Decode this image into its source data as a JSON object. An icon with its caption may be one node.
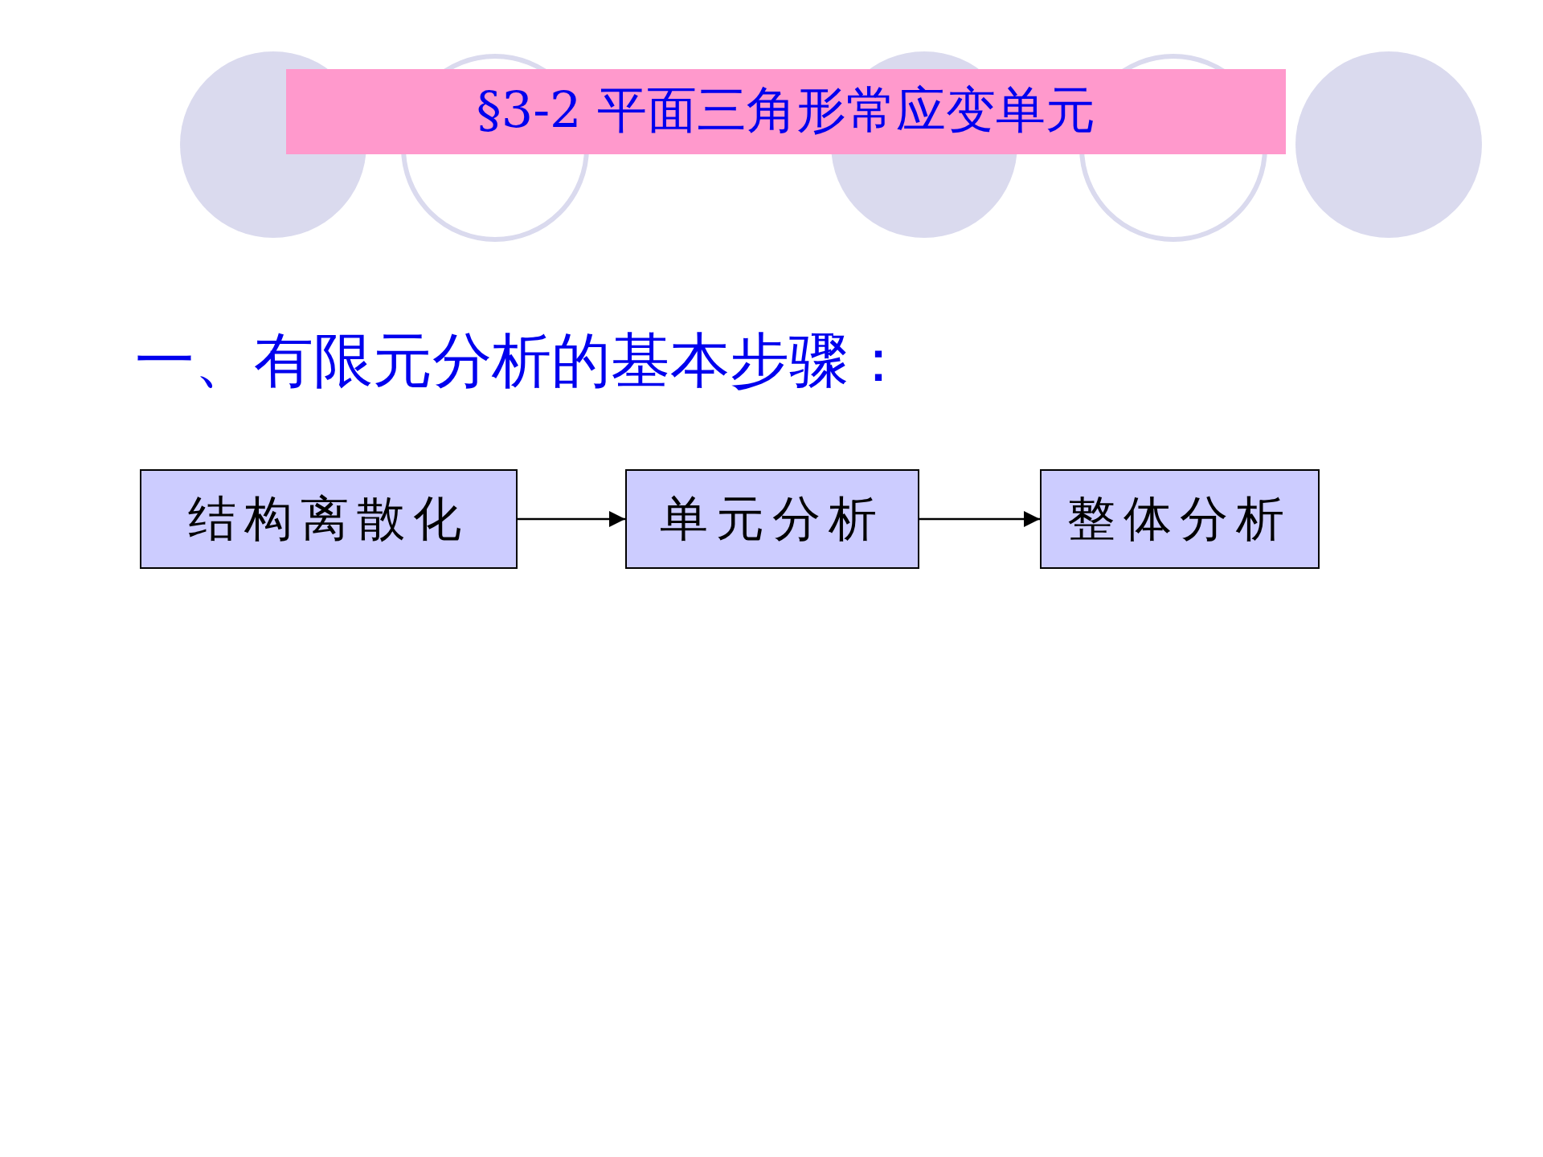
{
  "diagram": {
    "title": "§3-2 平面三角形常应变单元",
    "nodes": [
      {
        "text": [
          "结构离散化"
        ]
      },
      {
        "text": [
          "单元分析"
        ]
      },
      {
        "text": [
          "整体分析"
        ]
      }
    ],
    "edges": [
      {
        "from": 0,
        "to": 1,
        "arrow": "to"
      },
      {
        "from": 1,
        "to": 2,
        "arrow": "to"
      }
    ],
    "labels": [
      "一、有限元分析的基本步骤："
    ]
  }
}
